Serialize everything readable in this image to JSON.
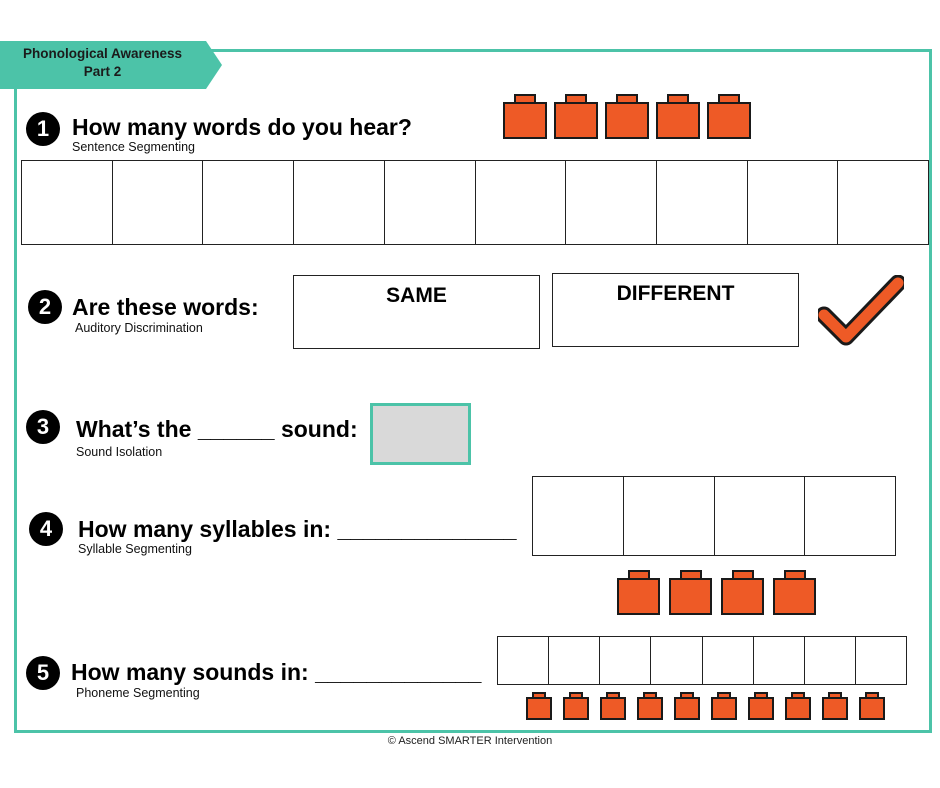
{
  "banner": {
    "line1": "Phonological Awareness",
    "line2": "Part 2"
  },
  "sections": [
    {
      "num": "1",
      "title": "How many words do you hear?",
      "subtitle": "Sentence Segmenting"
    },
    {
      "num": "2",
      "title": "Are these words:",
      "subtitle": "Auditory Discrimination",
      "option_same": "SAME",
      "option_different": "DIFFERENT"
    },
    {
      "num": "3",
      "title": "What’s the ______ sound:",
      "subtitle": "Sound Isolation"
    },
    {
      "num": "4",
      "title": "How many syllables in: ______________",
      "subtitle": "Syllable Segmenting"
    },
    {
      "num": "5",
      "title": "How many sounds in: _____________",
      "subtitle": "Phoneme Segmenting"
    }
  ],
  "counts": {
    "word_boxes": 10,
    "word_bricks": 5,
    "syllable_boxes": 4,
    "syllable_bricks": 4,
    "sound_boxes": 8,
    "sound_bricks": 10
  },
  "colors": {
    "accent": "#4cc3a8",
    "brick": "#ee5a26",
    "check": "#ee5a26"
  },
  "icons": {
    "check": "check-mark-icon",
    "brick": "lego-brick-icon"
  },
  "footer": "© Ascend SMARTER Intervention"
}
